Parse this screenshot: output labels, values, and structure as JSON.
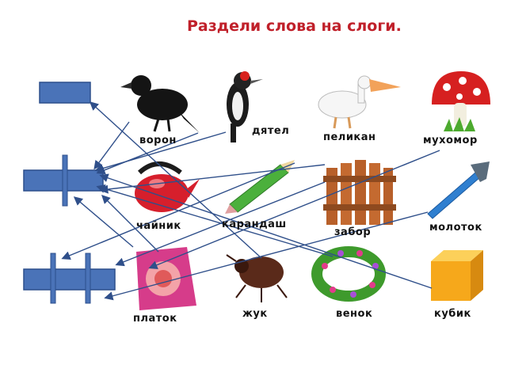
{
  "title": "Раздели слова на слоги.",
  "words": {
    "voron": "ворон",
    "dyatel": "дятел",
    "pelikan": "пеликан",
    "mukhomor": "мухомор",
    "chaynik": "чайник",
    "karandash": "карандаш",
    "zabor": "забор",
    "molotok": "молоток",
    "platok": "платок",
    "zhuk": "жук",
    "venok": "венок",
    "kubik": "кубик"
  },
  "syllable_schemes": [
    {
      "name": "one-syllable",
      "syllables": 1
    },
    {
      "name": "two-syllables",
      "syllables": 2
    },
    {
      "name": "three-syllables",
      "syllables": 3
    }
  ],
  "colors": {
    "title": "#c0202a",
    "scheme_fill": "#4a73b8",
    "scheme_stroke": "#2c4f8c",
    "arrow": "#2f4f8a"
  }
}
